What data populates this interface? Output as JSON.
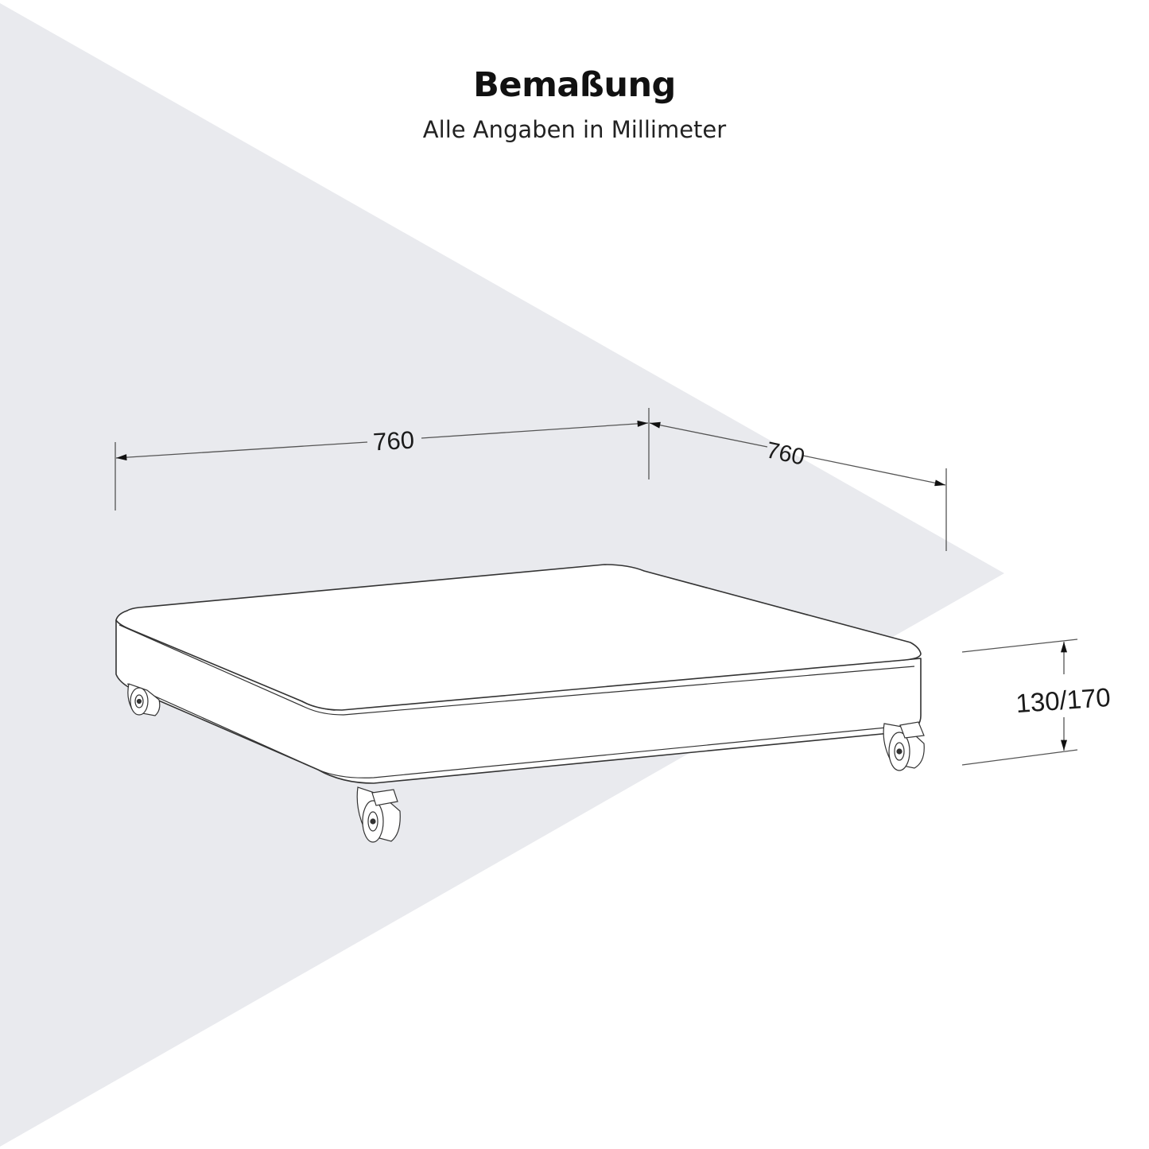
{
  "header": {
    "title": "Bemaßung",
    "subtitle": "Alle Angaben in Millimeter"
  },
  "colors": {
    "background": "#ffffff",
    "backdrop_triangle": "#e9eaee",
    "line": "#333333",
    "text": "#111111"
  },
  "dimensions": {
    "width": {
      "label": "760",
      "unit": "mm"
    },
    "depth": {
      "label": "760",
      "unit": "mm"
    },
    "height": {
      "label": "130/170",
      "unit": "mm"
    }
  },
  "product": {
    "description": "Square base plate with rounded corners on four castor wheels (front wheels with brakes)",
    "wheels": 4
  }
}
